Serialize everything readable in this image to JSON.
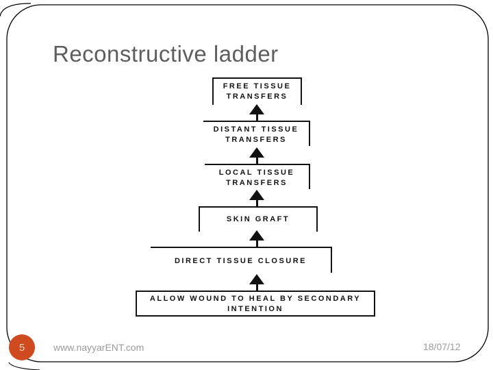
{
  "slide": {
    "title": "Reconstructive ladder",
    "footer": {
      "page_number": "5",
      "website": "www.nayyarENT.com",
      "date": "18/07/12"
    },
    "colors": {
      "badge_background": "#cf4a1e",
      "badge_text": "#f6d8c6",
      "title_text": "#5e5e5e",
      "footer_text": "#9b9b9b",
      "diagram_ink": "#121212",
      "slide_background": "#ffffff"
    }
  },
  "diagram": {
    "type": "ladder",
    "order": "bottom (simplest) to top (most complex), connected by upward arrows",
    "levels": [
      {
        "line1": "FREE TISSUE",
        "line2": "TRANSFERS"
      },
      {
        "line1": "DISTANT TISSUE",
        "line2": "TRANSFERS"
      },
      {
        "line1": "LOCAL TISSUE",
        "line2": "TRANSFERS"
      },
      {
        "line1": "SKIN GRAFT"
      },
      {
        "line1": "DIRECT TISSUE CLOSURE"
      },
      {
        "line1": "ALLOW WOUND TO HEAL BY SECONDARY",
        "line2": "INTENTION"
      }
    ]
  }
}
